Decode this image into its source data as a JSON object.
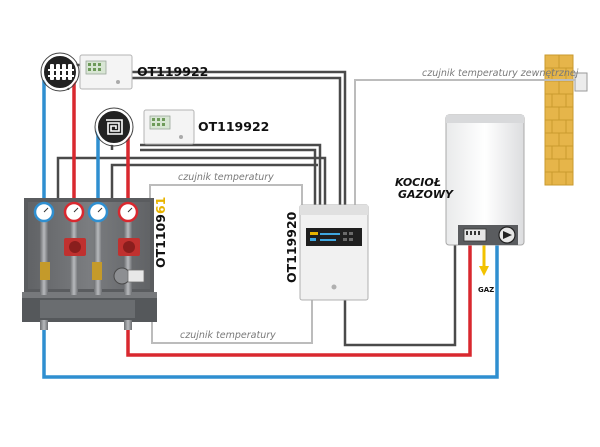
{
  "labels": {
    "thermostat_1": "OT119922",
    "thermostat_2": "OT119922",
    "pump_module_prefix": "OT1109",
    "pump_module_suffix": "61",
    "controller": "OT119920",
    "boiler_line1": "KOCIOŁ",
    "boiler_line2": "GAZOWY",
    "gas": "GAZ",
    "sensor_external": "czujnik temperatury zewnętrznej",
    "sensor_top": "czujnik temperatury",
    "sensor_bottom": "czujnik temperatury"
  },
  "colors": {
    "hot_pipe": "#d9282f",
    "cold_pipe": "#2f8fd0",
    "cable": "#4a4a4a",
    "sensor_cable": "#b9b9b9",
    "wall_brick": "#e6b54a",
    "gas_pipe": "#f2c200",
    "accent_yellow": "#e8b400"
  },
  "icons": {
    "radiator": "radiator-icon",
    "floor_heating": "floor-heating-icon"
  }
}
